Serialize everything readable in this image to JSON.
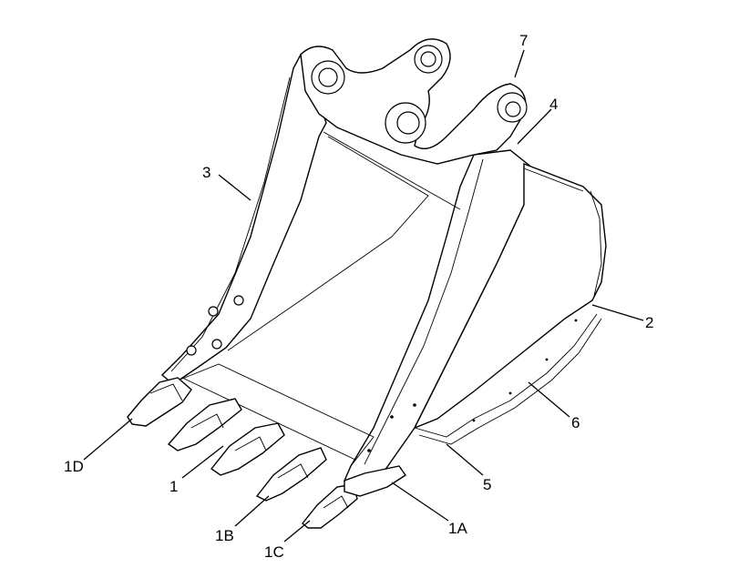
{
  "labels": {
    "l1": "1",
    "l1A": "1A",
    "l1B": "1B",
    "l1C": "1C",
    "l1D": "1D",
    "l2": "2",
    "l3": "3",
    "l4": "4",
    "l5": "5",
    "l6": "6",
    "l7": "7"
  }
}
